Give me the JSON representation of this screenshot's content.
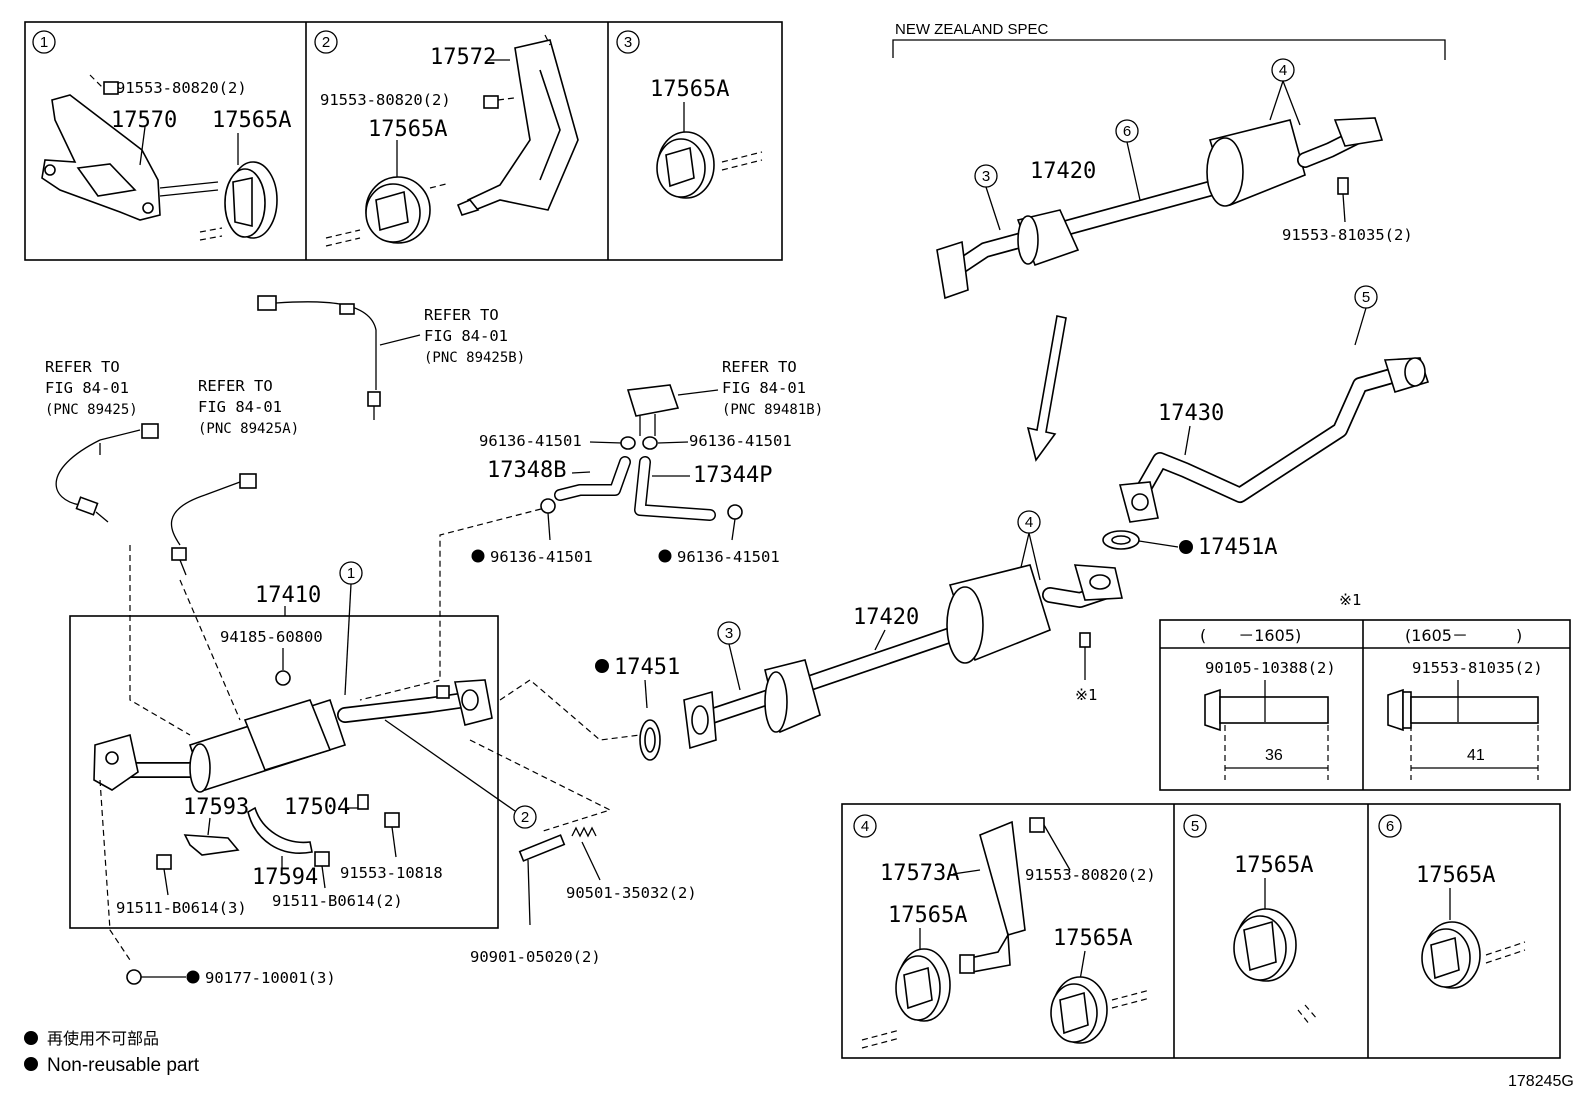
{
  "spec_label": "NEW ZEALAND SPEC",
  "figure_code": "178245G",
  "legend": {
    "symbol": "●",
    "jp": "再使用不可部品",
    "en": "Non-reusable part"
  },
  "detail_boxes": {
    "d1": {
      "num": "1",
      "parts": [
        "91553-80820(2)",
        "17570",
        "17565A"
      ]
    },
    "d2": {
      "num": "2",
      "parts": [
        "17572",
        "91553-80820(2)",
        "17565A"
      ]
    },
    "d3": {
      "num": "3",
      "parts": [
        "17565A"
      ]
    },
    "d4": {
      "num": "4",
      "parts": [
        "17573A",
        "91553-80820(2)",
        "17565A",
        "17565A"
      ]
    },
    "d5": {
      "num": "5",
      "parts": [
        "17565A"
      ]
    },
    "d6": {
      "num": "6",
      "parts": [
        "17565A"
      ]
    }
  },
  "nz": {
    "c3": "3",
    "c6": "6",
    "c4": "4",
    "p17420": "17420",
    "bolt": "91553-81035(2)"
  },
  "sensors": {
    "ref1": [
      "REFER TO",
      "FIG 84-01",
      "(PNC 89425)"
    ],
    "ref2": [
      "REFER TO",
      "FIG 84-01",
      "(PNC 89425A)"
    ],
    "ref3": [
      "REFER TO",
      "FIG 84-01",
      "(PNC 89425B)"
    ],
    "ref4": [
      "REFER TO",
      "FIG 84-01",
      "(PNC 89481B)"
    ]
  },
  "hoses": {
    "clampL": "96136-41501",
    "clampR": "96136-41501",
    "hoseL": "17348B",
    "hoseR": "17344P",
    "clampBL": "96136-41501",
    "clampBR": "96136-41501"
  },
  "front": {
    "p17410": "17410",
    "nut": "94185-60800",
    "c1": "1",
    "c2": "2",
    "p17593": "17593",
    "p17504": "17504",
    "p17594": "17594",
    "b1": "91553-10818",
    "b2": "91511-B0614(3)",
    "b3": "91511-B0614(2)",
    "nut2": "90177-10001(3)",
    "stud": "90901-05020(2)",
    "spring": "90501-35032(2)"
  },
  "main": {
    "g17451": "17451",
    "c3": "3",
    "p17420": "17420",
    "c4": "4",
    "x1": "※1",
    "p17430": "17430",
    "c5": "5",
    "g17451A": "17451A"
  },
  "bolt_table": {
    "mark": "※1",
    "col1": {
      "header": "(　　－1605)",
      "part": "90105-10388(2)",
      "length": "36"
    },
    "col2": {
      "header": "(1605－　　　)",
      "part": "91553-81035(2)",
      "length": "41"
    }
  }
}
